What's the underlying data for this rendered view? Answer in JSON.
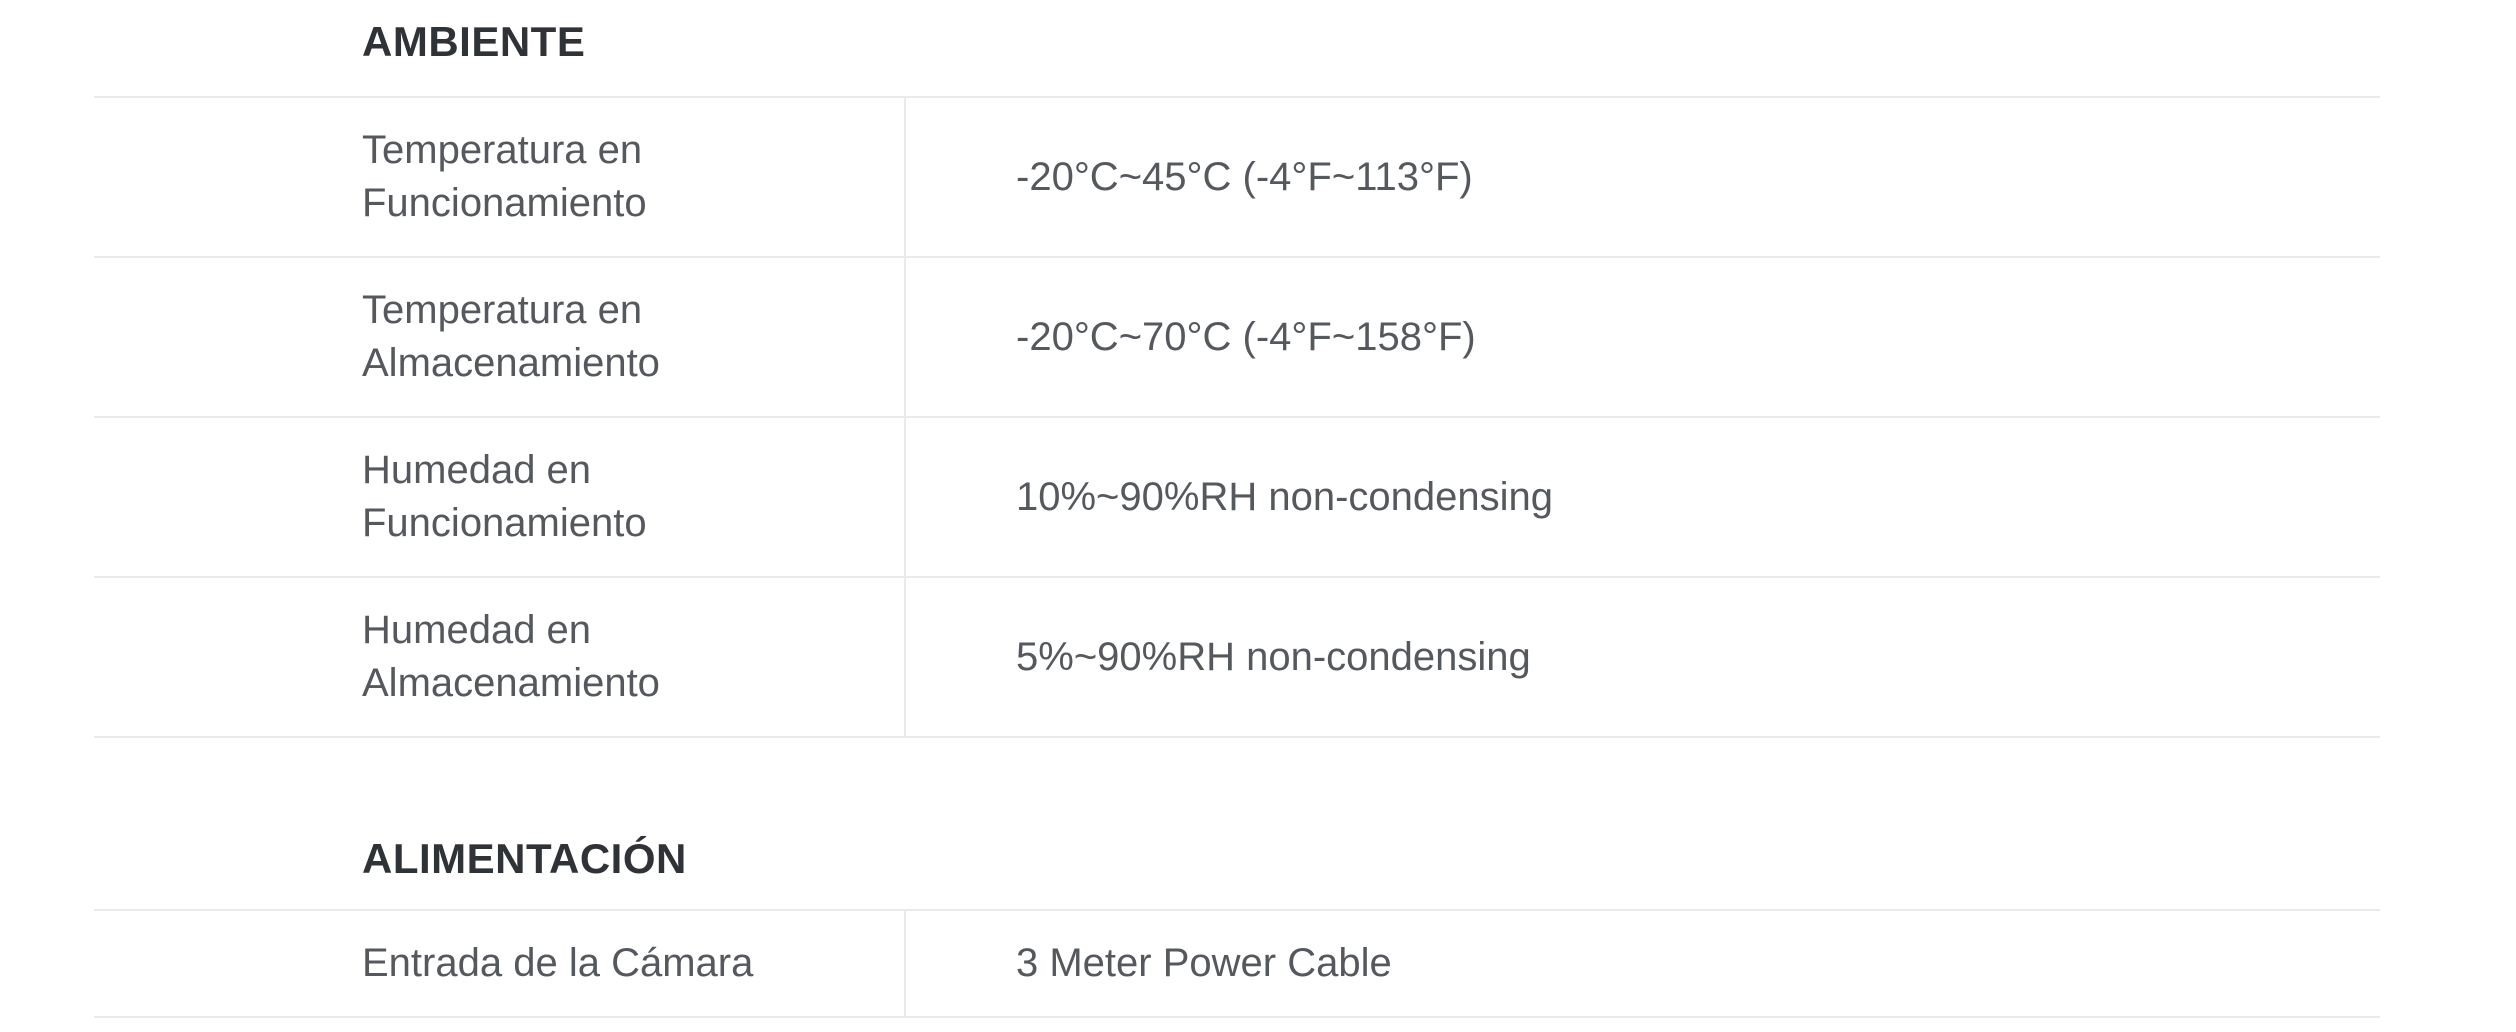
{
  "colors": {
    "heading": "#2f3338",
    "text": "#55595e",
    "border": "#e8eaeb",
    "background": "#ffffff"
  },
  "sections": [
    {
      "title": "AMBIENTE",
      "rows": [
        {
          "label": "Temperatura en Funcionamiento",
          "value": "-20°C~45°C (-4°F~113°F)"
        },
        {
          "label": "Temperatura en Almacenamiento",
          "value": "-20°C~70°C (-4°F~158°F)"
        },
        {
          "label": "Humedad en Funcionamiento",
          "value": "10%~90%RH non-condensing"
        },
        {
          "label": "Humedad en Almacenamiento",
          "value": "5%~90%RH non-condensing"
        }
      ]
    },
    {
      "title": "ALIMENTACIÓN",
      "rows": [
        {
          "label": "Entrada de la Cámara",
          "value": "3 Meter Power Cable"
        }
      ]
    }
  ]
}
